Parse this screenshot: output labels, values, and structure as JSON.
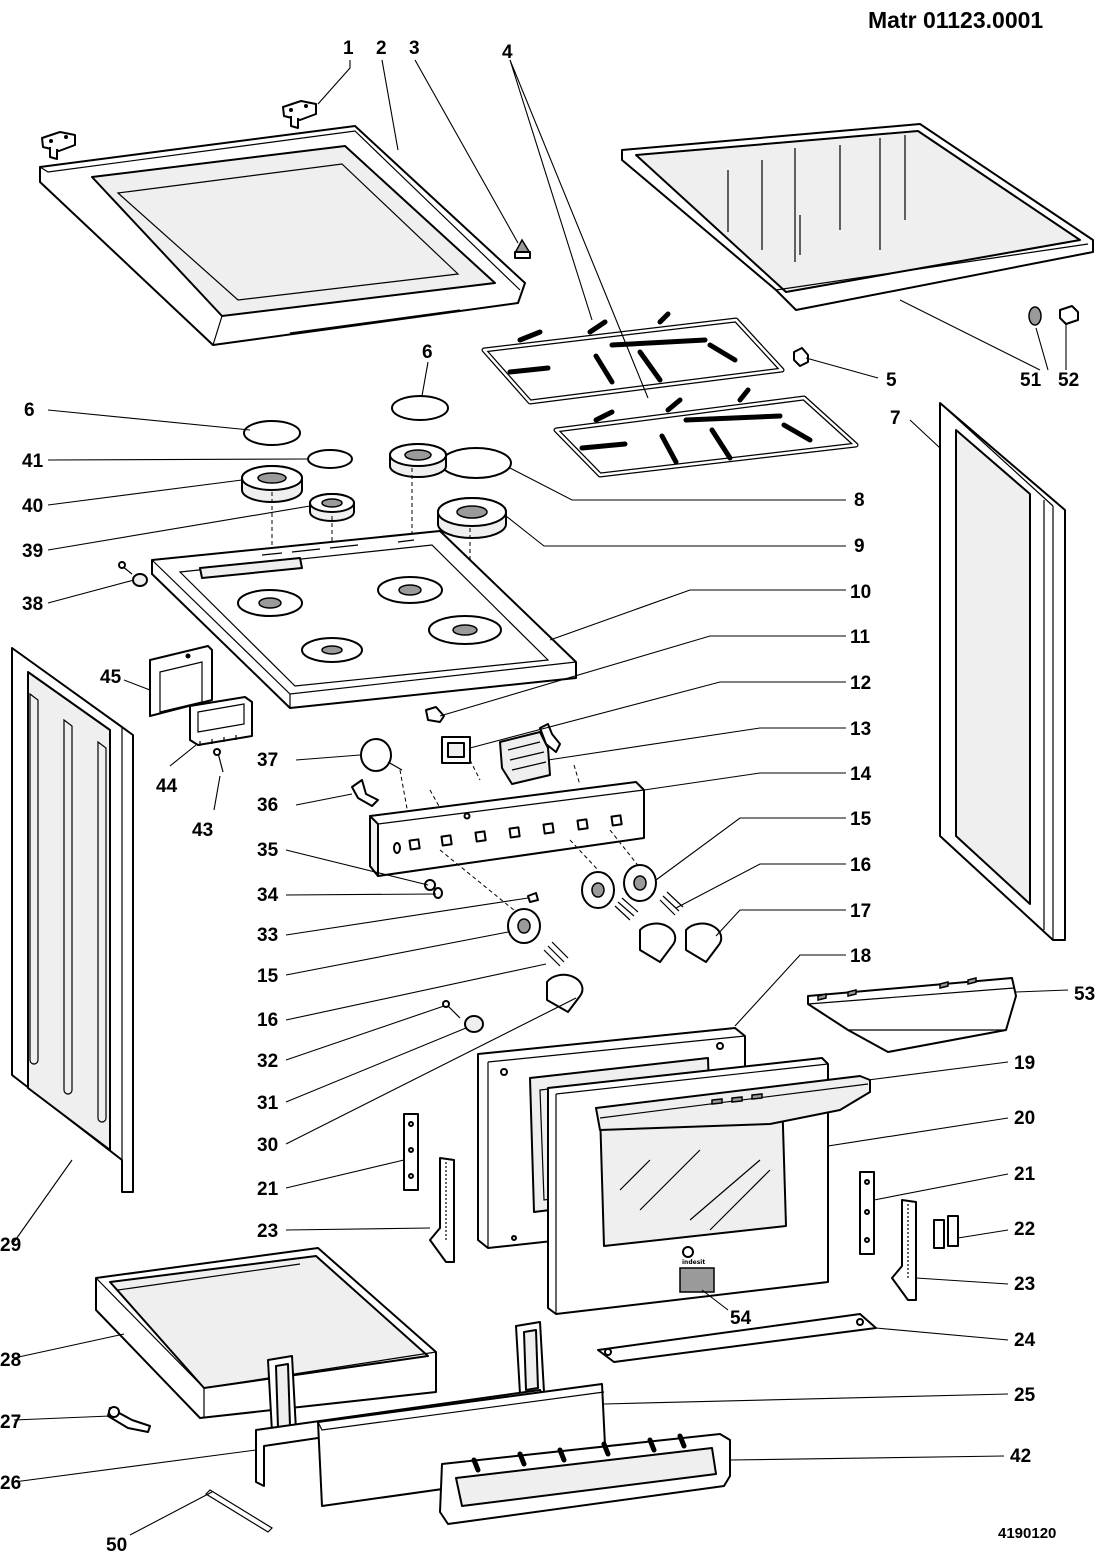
{
  "header": {
    "matr": "Matr  01123.0001"
  },
  "doc_number": "4190120",
  "brand_mark": "indesit",
  "callouts": {
    "c1": "1",
    "c2": "2",
    "c3": "3",
    "c4": "4",
    "c5": "5",
    "c6a": "6",
    "c6b": "6",
    "c7": "7",
    "c8": "8",
    "c9": "9",
    "c10": "10",
    "c11": "11",
    "c12": "12",
    "c13": "13",
    "c14": "14",
    "c15a": "15",
    "c15b": "15",
    "c16a": "16",
    "c16b": "16",
    "c17": "17",
    "c18": "18",
    "c19": "19",
    "c20": "20",
    "c21a": "21",
    "c21b": "21",
    "c22": "22",
    "c23a": "23",
    "c23b": "23",
    "c24": "24",
    "c25": "25",
    "c26": "26",
    "c27": "27",
    "c28": "28",
    "c29": "29",
    "c30": "30",
    "c31": "31",
    "c32": "32",
    "c33": "33",
    "c34": "34",
    "c35": "35",
    "c36": "36",
    "c37": "37",
    "c38": "38",
    "c39": "39",
    "c40": "40",
    "c41": "41",
    "c42": "42",
    "c43": "43",
    "c44": "44",
    "c45": "45",
    "c50": "50",
    "c51": "51",
    "c52": "52",
    "c53": "53",
    "c54": "54"
  }
}
